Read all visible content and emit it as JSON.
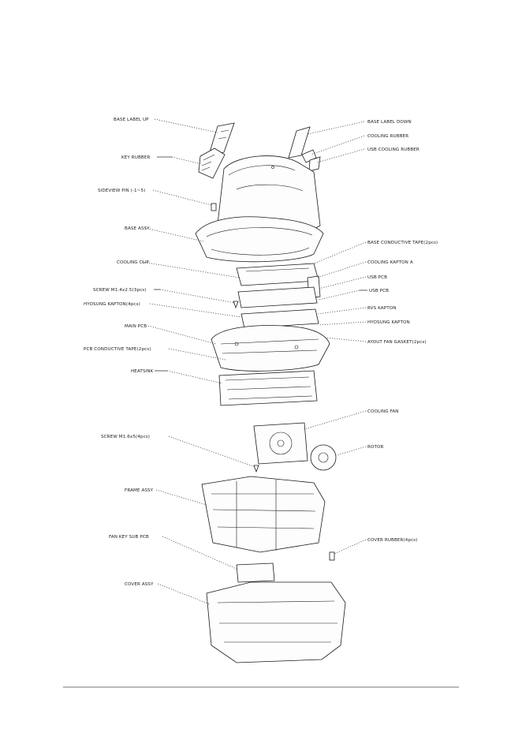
{
  "labels": {
    "base_label_up": "BASE LABEL UP",
    "key_rubber": "KEY RUBBER",
    "sideview_pin": "SIDEVIEW PIN (-1~5)",
    "base_assy": "BASE ASSY",
    "cooling_clip": "COOLING CLIP",
    "screw_m1": "SCREW M1.4x2.5(3pcs)",
    "hyosung_kapton_1": "HYOSUNG KAPTON(4pcs)",
    "main_pcb": "MAIN PCB",
    "pcb_conductive": "PCB CONDUCTIVE TAPE(2pcs)",
    "heatsink": "HEATSINK",
    "screw_m16": "SCREW M1.6x5(4pcs)",
    "frame_assy": "FRAME ASSY",
    "fan_key_sub_pcb": "FAN KEY SUB PCB",
    "cover_assy": "COVER ASSY",
    "base_label_down": "BASE LABEL DOWN",
    "cooling_rubber": "COOLING RUBBER",
    "usb_cooling_rubber": "USB COOLING RUBBER",
    "base_conductive_tape": "BASE CONDUCTIVE TAPE(2pcs)",
    "cooling_kapton_a": "COOLING KAPTON A",
    "usb_pcb_1": "USB PCB",
    "usb_pcb_2": "USB PCB",
    "rvs_kapton": "RVS KAPTON",
    "hyosung_kapton_2": "HYOSUNG KAPTON",
    "ayout_fan_gasket": "AYOUT FAN GASKET(2pcs)",
    "cooling_fan": "COOLING FAN",
    "rotor": "ROTOR",
    "cover_rubber": "COVER RUBBER(4pcs)"
  }
}
